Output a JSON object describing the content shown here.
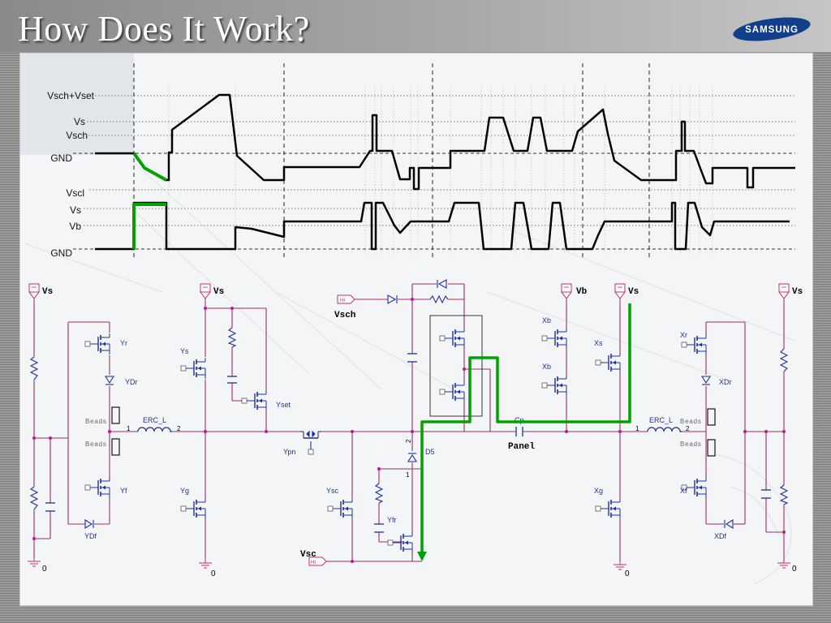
{
  "slide": {
    "title": "How Does It Work?",
    "logo_text": "SAMSUNG"
  },
  "colors": {
    "accent": "#00a000",
    "brand_blue": "#123f8c",
    "wire": "#9a2f6b",
    "component": "#1f2fa0"
  },
  "waveform": {
    "top_labels": [
      "Vsch+Vset",
      "Vs",
      "Vsch",
      "GND"
    ],
    "bottom_labels": [
      "Vscl",
      "Vs",
      "Vb",
      "GND"
    ]
  },
  "schematic": {
    "rails": {
      "vs_left": "Vs",
      "vs_y": "Vs",
      "vb": "Vb",
      "vs_x": "Vs",
      "vs_right": "Vs",
      "vsch": "Vsch",
      "vsc": "Vsc",
      "hi1": "HI",
      "hi2": "HI",
      "panel": "Panel"
    },
    "components": {
      "yr": "Yr",
      "ydr": "YDr",
      "yf": "Yf",
      "ydf": "YDf",
      "ys": "Ys",
      "yg": "Yg",
      "yset": "Yset",
      "ypn": "Ypn",
      "ysc": "Ysc",
      "yfr": "Yfr",
      "d5": "D5",
      "xb1": "Xb",
      "xb2": "Xb",
      "xs": "Xs",
      "xg": "Xg",
      "xr": "Xr",
      "xdr": "XDr",
      "xf": "Xf",
      "xdf": "XDf",
      "cp": "Cp",
      "erc_left": "ERC_L",
      "erc_right": "ERC_L",
      "beads_l1": "Beads",
      "beads_l2": "Beads",
      "beads_r1": "Beads",
      "beads_r2": "Beads",
      "pin1_left": "1",
      "pin2_left": "2",
      "pin1_right": "1",
      "pin2_right": "2",
      "d5_pin2": "2",
      "d5_pin1": "1"
    },
    "grounds": [
      "0",
      "0",
      "0",
      "0"
    ]
  }
}
